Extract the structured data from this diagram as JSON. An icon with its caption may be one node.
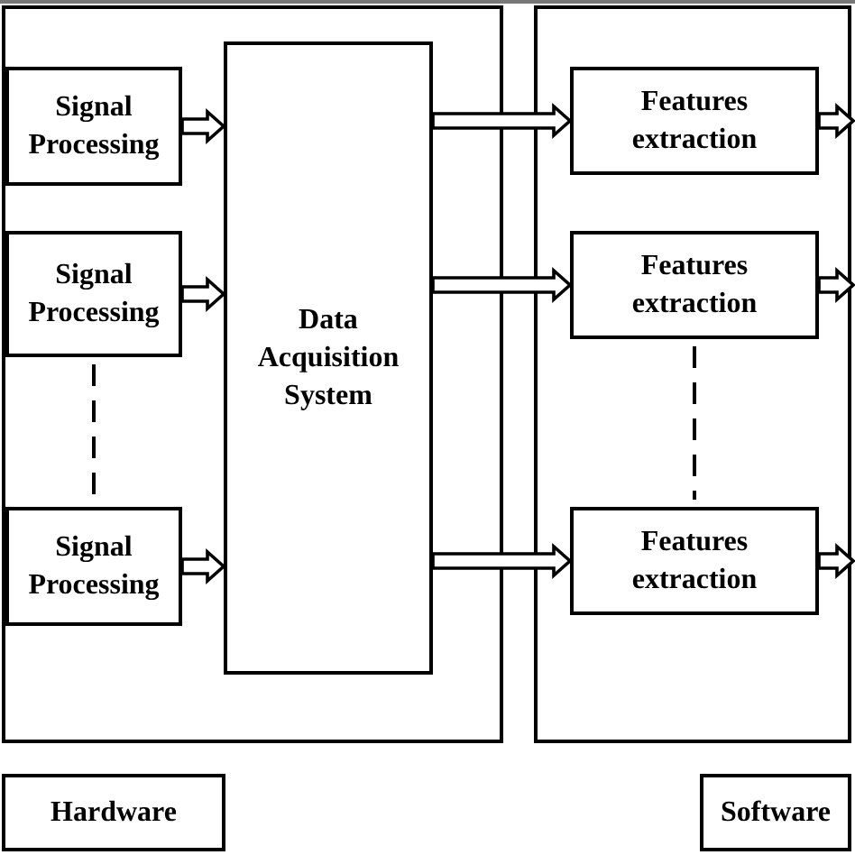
{
  "diagram": {
    "nodes": [
      {
        "text": [],
        "shape": "box"
      },
      {
        "text": [],
        "shape": "box"
      },
      {
        "text": [
          "Signal Processing"
        ],
        "in": 0
      },
      {
        "text": [
          "Signal Processing"
        ],
        "in": 0
      },
      {
        "text": [
          "Signal Processing"
        ],
        "in": 0
      },
      {
        "text": [
          "Data Acquisition System"
        ],
        "in": 0
      },
      {
        "text": [
          "Features extraction"
        ],
        "in": 1
      },
      {
        "text": [
          "Features extraction"
        ],
        "in": 1
      },
      {
        "text": [
          "Features extraction"
        ],
        "in": 1
      },
      {
        "text": [
          "Hardware"
        ]
      },
      {
        "text": [
          "Software"
        ]
      }
    ],
    "edges": [
      {
        "from": 2,
        "to": 5,
        "arrow": "to"
      },
      {
        "from": 3,
        "to": 5,
        "arrow": "to"
      },
      {
        "from": 4,
        "to": 5,
        "arrow": "to"
      },
      {
        "from": 3,
        "to": 4,
        "arrow": "none",
        "style": "dashed"
      },
      {
        "from": 5,
        "to": 6,
        "arrow": "to"
      },
      {
        "from": 5,
        "to": 7,
        "arrow": "to"
      },
      {
        "from": 5,
        "to": 8,
        "arrow": "to"
      },
      {
        "from": 7,
        "to": 8,
        "arrow": "none",
        "style": "dashed"
      },
      {
        "from": 6,
        "to": null,
        "arrow": "to"
      },
      {
        "from": 7,
        "to": null,
        "arrow": "to"
      },
      {
        "from": 8,
        "to": null,
        "arrow": "to"
      }
    ]
  }
}
